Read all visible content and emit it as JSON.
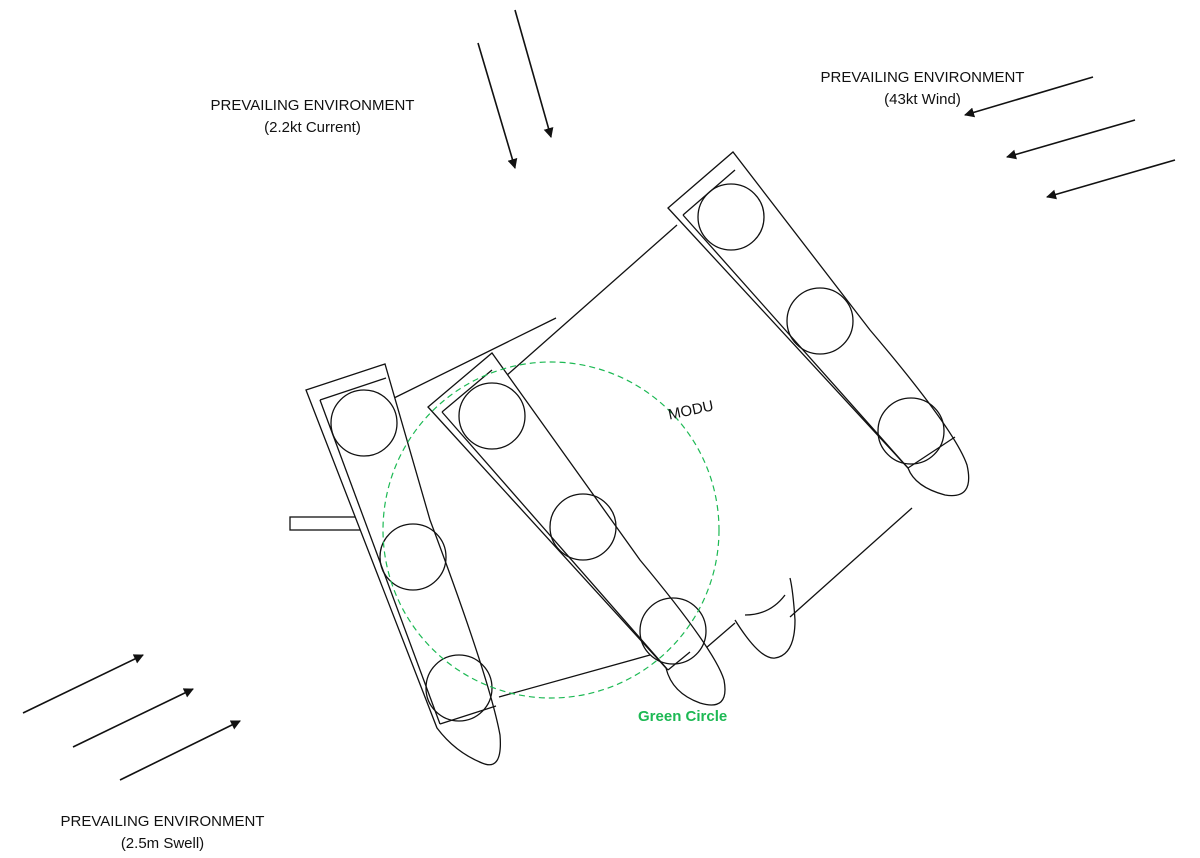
{
  "labels": {
    "current": {
      "title": "PREVAILING ENVIRONMENT",
      "detail": "(2.2kt Current)"
    },
    "wind": {
      "title": "PREVAILING ENVIRONMENT",
      "detail": "(43kt Wind)"
    },
    "swell": {
      "title": "PREVAILING ENVIRONMENT",
      "detail": "(2.5m Swell)"
    },
    "modu": "MODU",
    "green_circle": "Green Circle"
  },
  "colors": {
    "line": "#111111",
    "green": "#1db954"
  }
}
